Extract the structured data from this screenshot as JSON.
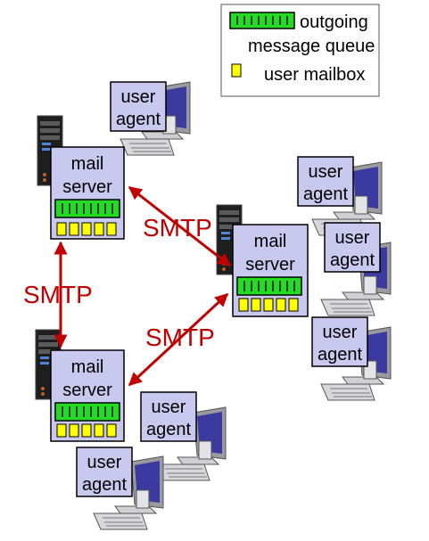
{
  "legend": {
    "queue_label_1": "outgoing",
    "queue_label_2": "message queue",
    "mailbox_label": "user mailbox"
  },
  "server": {
    "line1": "mail",
    "line2": "server"
  },
  "agent": {
    "line1": "user",
    "line2": "agent"
  },
  "protocol": {
    "smtp": "SMTP"
  },
  "colors": {
    "box_fill": "#c9c9f0",
    "queue_green": "#22dd22",
    "mailbox_yellow": "#ffff00",
    "arrow_red": "#c00000",
    "monitor_screen": "#3a3aa0"
  }
}
